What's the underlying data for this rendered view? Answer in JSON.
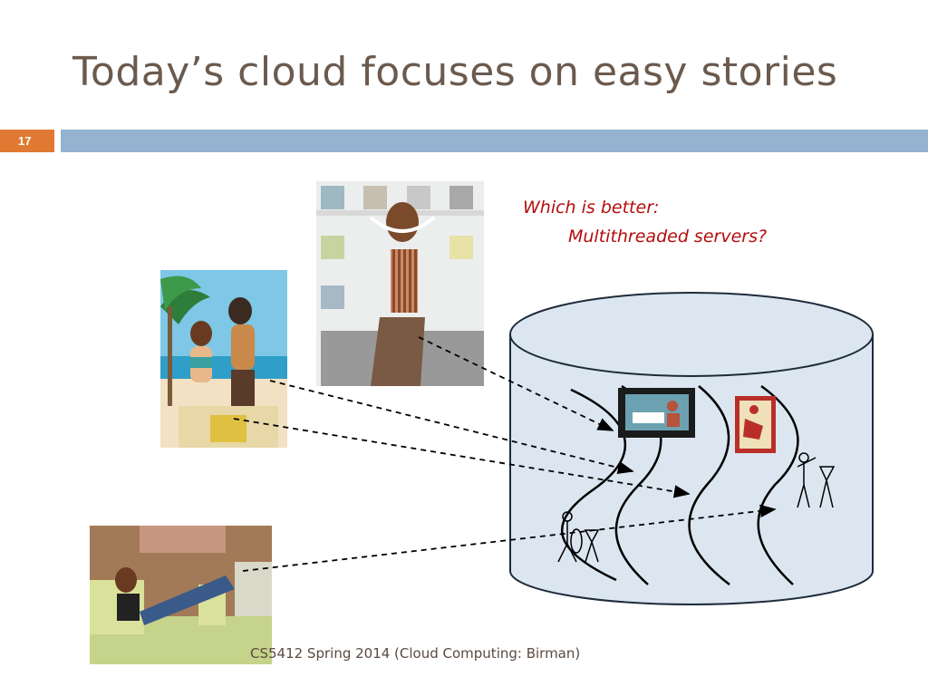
{
  "slide": {
    "title": "Today’s cloud focuses on easy stories",
    "number": "17",
    "note_line1": "Which is better:",
    "note_line2": "Multithreaded servers?",
    "footer": "CS5412 Spring 2014 (Cloud Computing: Birman)"
  },
  "colors": {
    "title": "#6b5a4e",
    "accent_orange": "#e07a33",
    "band_blue": "#93b3d0",
    "note_red": "#b40d0d",
    "cylinder_fill": "#dbe6f1"
  },
  "icons": [
    "beach-couple-photo",
    "music-listener-photo",
    "sofa-reader-photo",
    "pianist-clipart",
    "guitarist-clipart",
    "flutist-clipart",
    "cellist-clipart",
    "server-cylinder",
    "thread-wave-icon",
    "dashed-arrow"
  ]
}
